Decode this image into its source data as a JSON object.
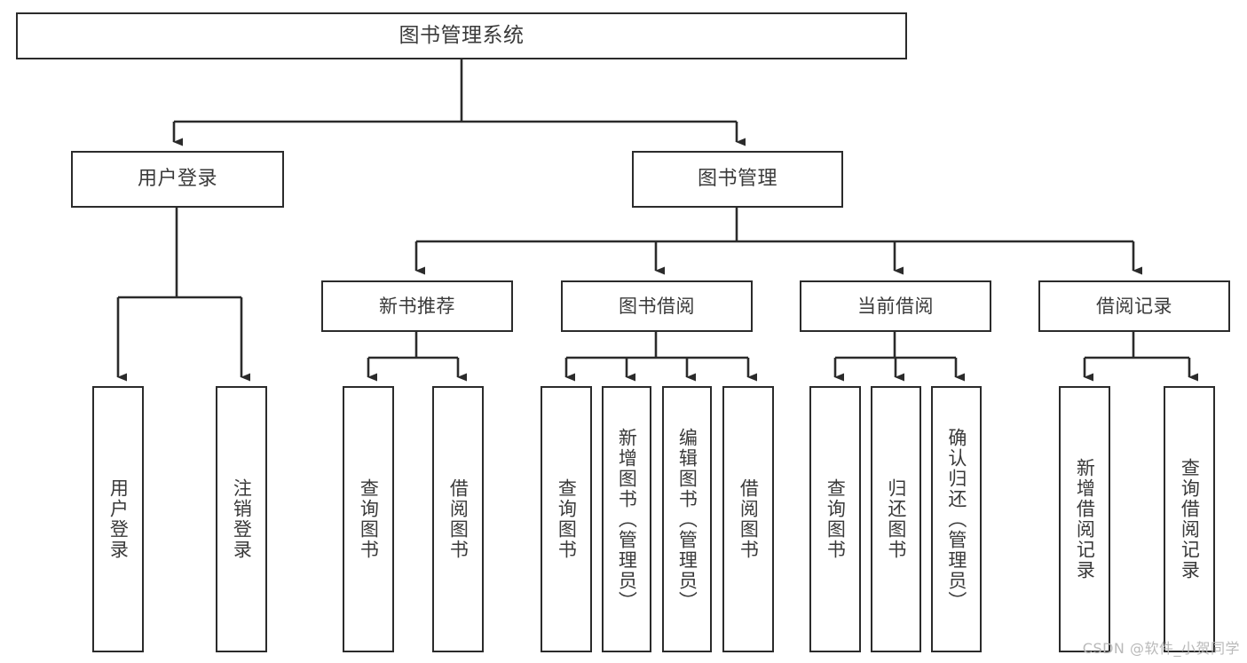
{
  "diagram": {
    "title": "图书管理系统",
    "type": "tree",
    "orientation": "top-down",
    "stroke_color": "#2b2b2b",
    "text_color": "#3a3a3a",
    "background_color": "#ffffff"
  },
  "nodes": {
    "root": {
      "label": "图书管理系统"
    },
    "level1": [
      {
        "label": "用户登录"
      },
      {
        "label": "图书管理"
      }
    ],
    "level2": [
      {
        "label": "新书推荐"
      },
      {
        "label": "图书借阅"
      },
      {
        "label": "当前借阅"
      },
      {
        "label": "借阅记录"
      }
    ],
    "leaves": [
      {
        "label": "用户登录"
      },
      {
        "label": "注销登录"
      },
      {
        "label": "查询图书"
      },
      {
        "label": "借阅图书"
      },
      {
        "label": "查询图书"
      },
      {
        "label": "新增图书（管理员）"
      },
      {
        "label": "编辑图书（管理员）"
      },
      {
        "label": "借阅图书"
      },
      {
        "label": "查询图书"
      },
      {
        "label": "归还图书"
      },
      {
        "label": "确认归还（管理员）"
      },
      {
        "label": "新增借阅记录"
      },
      {
        "label": "查询借阅记录"
      }
    ]
  },
  "watermark": {
    "text": "CSDN @软件_小贺同学"
  }
}
